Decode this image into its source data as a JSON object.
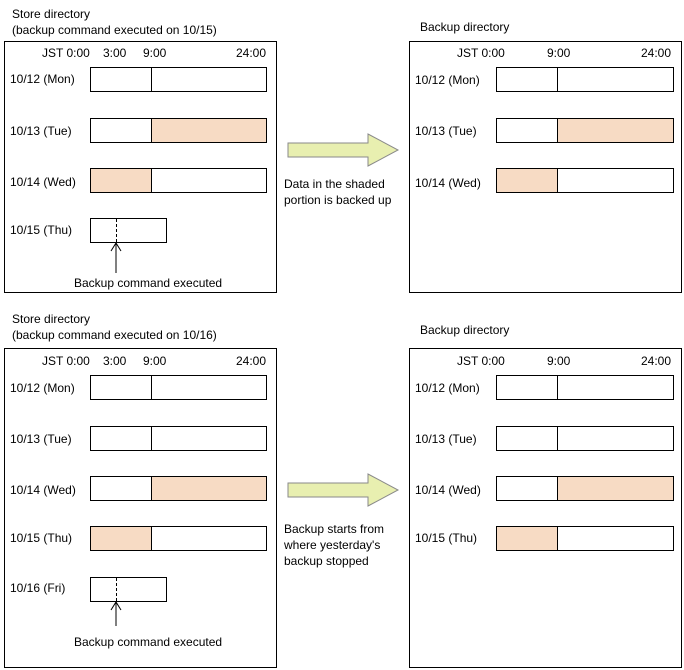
{
  "top": {
    "store_title": "Store directory",
    "store_subtitle": "(backup command executed on 10/15)",
    "backup_title": "Backup directory",
    "store_time_labels": [
      "JST 0:00",
      "3:00",
      "9:00",
      "24:00"
    ],
    "backup_time_labels": [
      "JST 0:00",
      "9:00",
      "24:00"
    ],
    "store_days": [
      "10/12 (Mon)",
      "10/13 (Tue)",
      "10/14 (Wed)",
      "10/15 (Thu)"
    ],
    "backup_days": [
      "10/12 (Mon)",
      "10/13 (Tue)",
      "10/14 (Wed)"
    ],
    "command_label": "Backup command executed",
    "arrow_caption_1": "Data in the shaded",
    "arrow_caption_2": "portion is backed up"
  },
  "bottom": {
    "store_title": "Store directory",
    "store_subtitle": "(backup command executed on 10/16)",
    "backup_title": "Backup directory",
    "store_time_labels": [
      "JST 0:00",
      "3:00",
      "9:00",
      "24:00"
    ],
    "backup_time_labels": [
      "JST 0:00",
      "9:00",
      "24:00"
    ],
    "store_days": [
      "10/12 (Mon)",
      "10/13 (Tue)",
      "10/14 (Wed)",
      "10/15 (Thu)",
      "10/16 (Fri)"
    ],
    "backup_days": [
      "10/12 (Mon)",
      "10/13 (Tue)",
      "10/14 (Wed)",
      "10/15 (Thu)"
    ],
    "command_label": "Backup command executed",
    "arrow_caption_1": "Backup starts from",
    "arrow_caption_2": "where yesterday's",
    "arrow_caption_3": "backup stopped"
  },
  "colors": {
    "shade": "#f7dbc4",
    "arrow_fill": "#e8efb0",
    "line": "#000000"
  }
}
